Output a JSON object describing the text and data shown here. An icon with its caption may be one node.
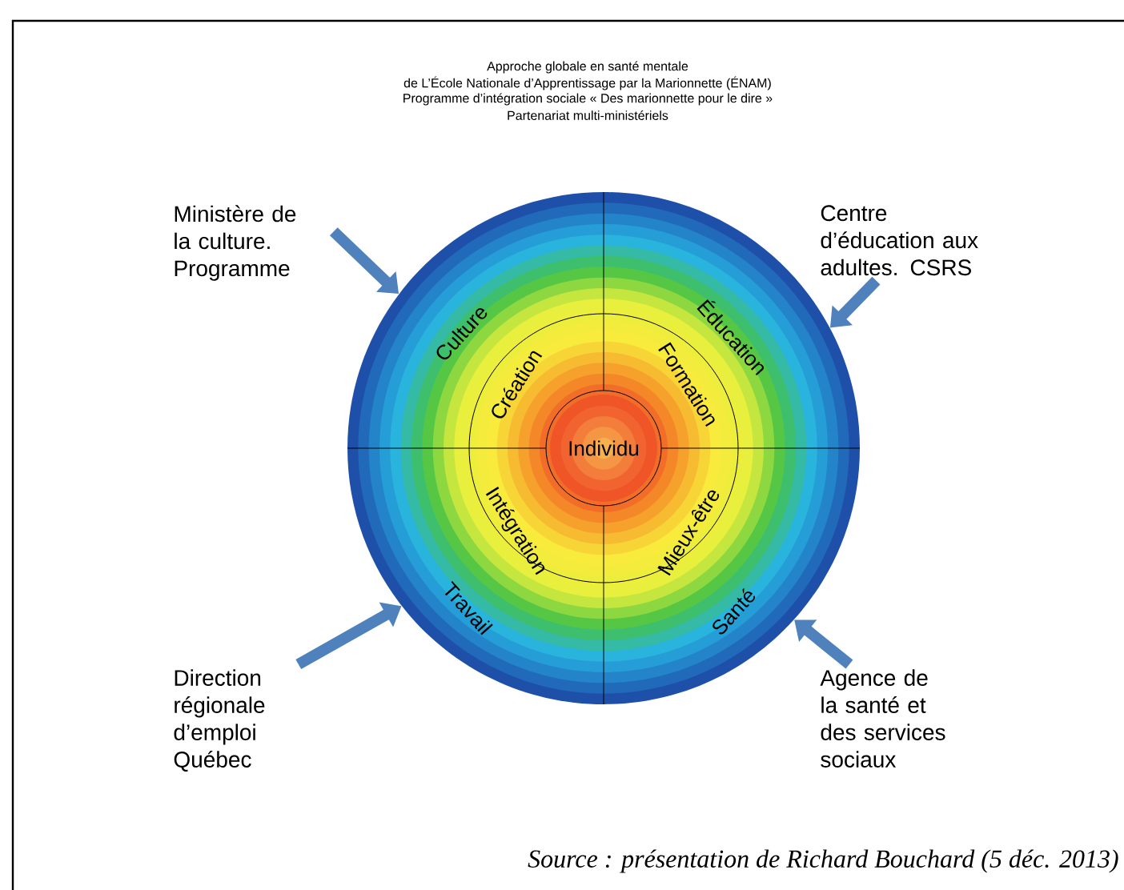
{
  "diagram": {
    "title": "Approche globale en santé mentale",
    "labels": [
      "de L’École Nationale d’Apprentissage par la Marionnette (ÉNAM)",
      "Programme d’intégration sociale « Des marionnette pour le dire »",
      "Partenariat multi-ministériels"
    ],
    "caption": "Source : présentation de Richard Bouchard (5 déc. 2013)",
    "nodes": [
      {
        "text": [
          "Ministère de la culture. Programme"
        ]
      },
      {
        "text": [
          "Centre d’éducation aux adultes. CSRS"
        ]
      },
      {
        "text": [
          "Culture",
          "Éducation",
          "Travail",
          "Santé"
        ]
      },
      {
        "text": [
          "Création",
          "Formation",
          "Intégration",
          "Mieux-être"
        ],
        "in": 2
      },
      {
        "text": [
          "Individu"
        ],
        "in": 3
      },
      {
        "text": [
          "Direction régionale d’emploi Québec"
        ]
      },
      {
        "text": [
          "Agence de la santé et des services sociaux"
        ]
      }
    ],
    "edges": [
      {
        "from": 0,
        "to": 2,
        "arrow": "to"
      },
      {
        "from": 1,
        "to": 2,
        "arrow": "to"
      },
      {
        "from": 5,
        "to": 2,
        "arrow": "to"
      },
      {
        "from": 6,
        "to": 2,
        "arrow": "to"
      }
    ]
  }
}
